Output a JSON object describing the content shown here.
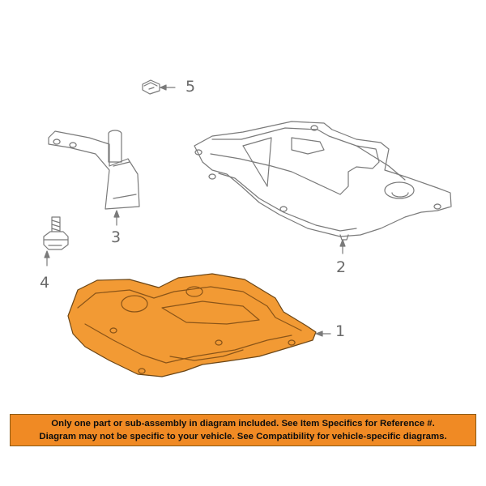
{
  "diagram": {
    "callouts": {
      "part_1": "1",
      "part_2": "2",
      "part_3": "3",
      "part_4": "4",
      "part_5": "5"
    },
    "highlight_color": "#f29a34",
    "line_color": "#7a7a7a"
  },
  "disclaimer": {
    "line1": "Only one part or sub-assembly in diagram included. See Item Specifics for Reference #.",
    "line2": "Diagram may not be specific to your vehicle. See Compatibility for vehicle-specific diagrams.",
    "background_color": "#f08a24"
  }
}
